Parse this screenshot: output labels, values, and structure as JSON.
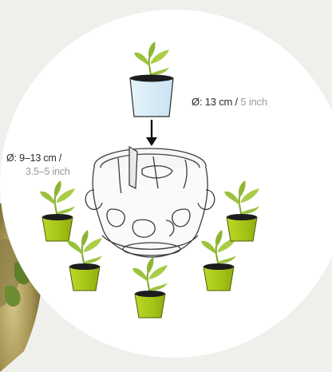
{
  "labels": {
    "insert_size": {
      "prefix": "Ø: 13 cm / ",
      "imperial": "5 inch"
    },
    "pot_size": {
      "prefix": "Ø: 9–13 cm /",
      "imperial": "3.5–5 inch"
    }
  },
  "colors": {
    "pot_green": "#a6c617",
    "pot_green_dark": "#7f9a0d",
    "insert_pot_blue": "#d7ecf8",
    "plant_leaf": "#9bc23c",
    "soil": "#1c1c1c",
    "muted_text": "#9a9a9a",
    "circle_fill": "#ffffff"
  }
}
